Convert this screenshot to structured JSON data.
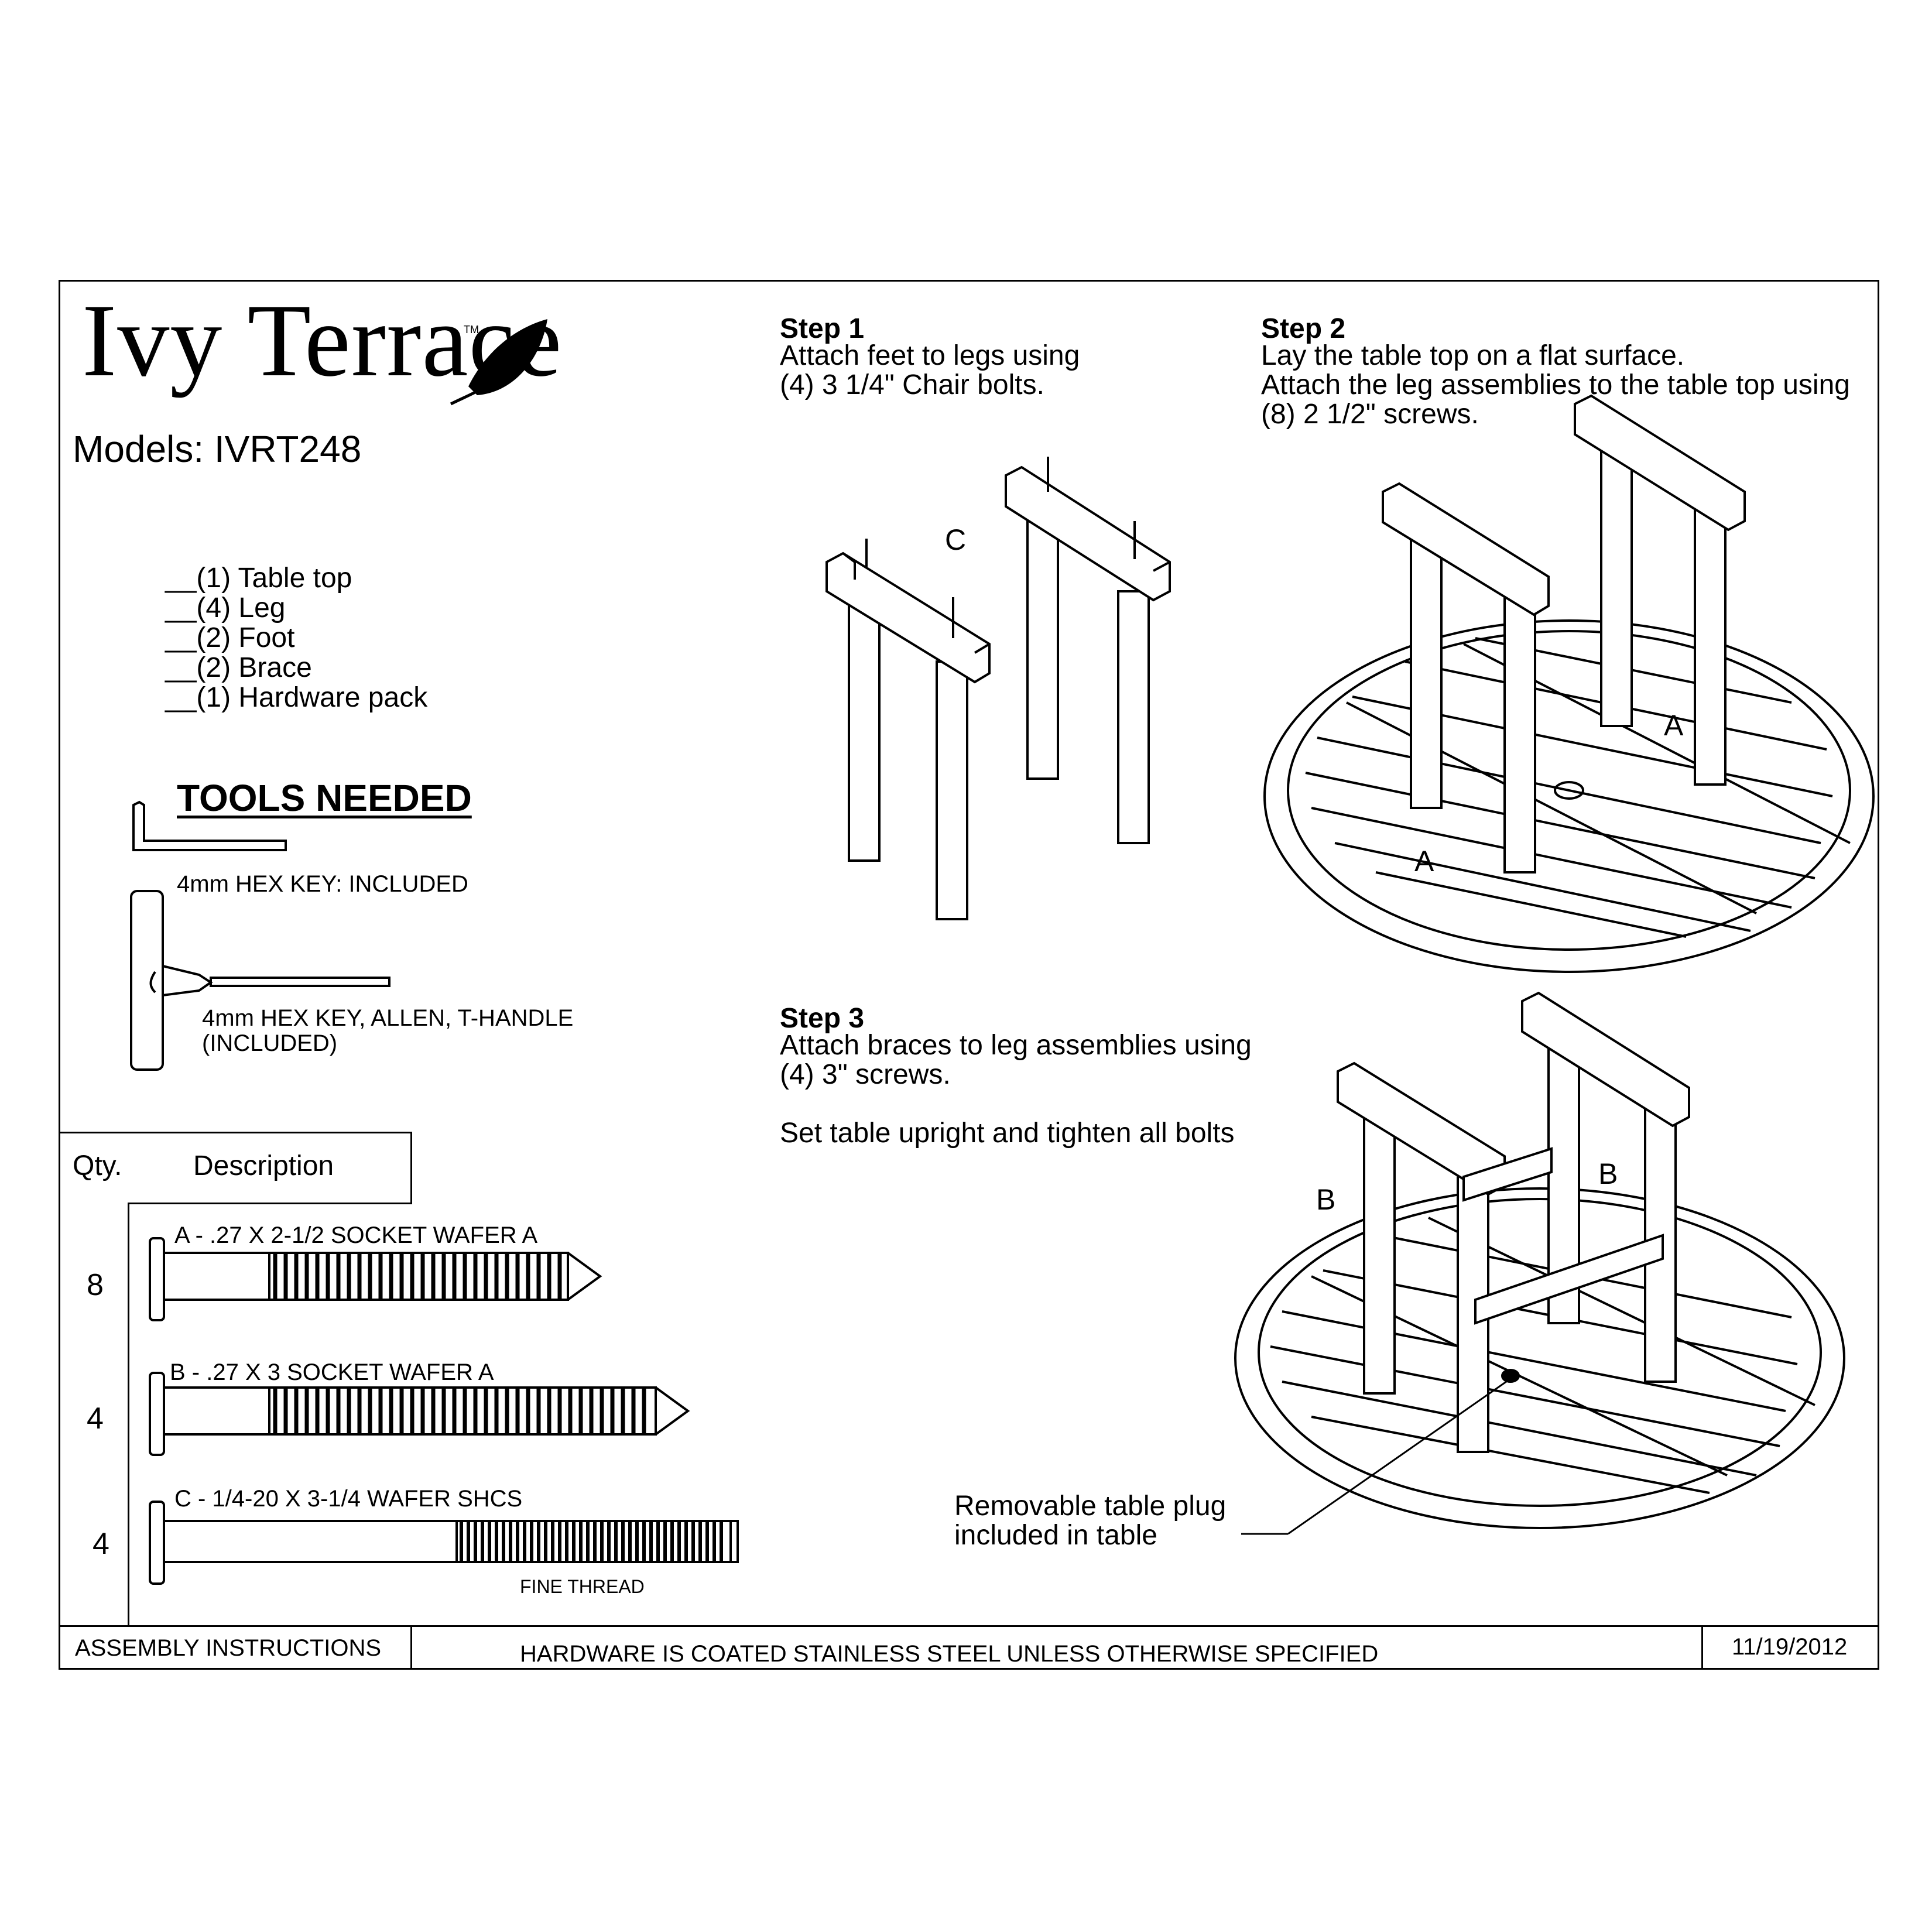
{
  "brand": {
    "name": "Ivy Terrace",
    "trademark": "TM"
  },
  "models": "Models: IVRT248",
  "parts": [
    "__(1) Table top",
    "__(4) Leg",
    "__(2) Foot",
    "__(2) Brace",
    "__(1) Hardware pack"
  ],
  "tools": {
    "title": "TOOLS NEEDED",
    "hex_key": "4mm HEX KEY: INCLUDED",
    "t_handle_line1": "4mm HEX KEY, ALLEN, T-HANDLE",
    "t_handle_line2": "(INCLUDED)"
  },
  "hardware_table": {
    "qty_header": "Qty.",
    "desc_header": "Description",
    "rows": [
      {
        "qty": "8",
        "label": "A - .27 X 2-1/2 SOCKET WAFER A"
      },
      {
        "qty": "4",
        "label": "B - .27 X 3 SOCKET WAFER A"
      },
      {
        "qty": "4",
        "label": "C - 1/4-20 X 3-1/4 WAFER SHCS",
        "note": "FINE THREAD"
      }
    ]
  },
  "steps": [
    {
      "title": "Step 1",
      "lines": [
        "Attach feet to legs using",
        "(4) 3 1/4\" Chair bolts."
      ]
    },
    {
      "title": "Step 2",
      "lines": [
        "Lay the table top on a flat surface.",
        "Attach the leg assemblies to the table top using",
        "(8) 2 1/2\" screws."
      ]
    },
    {
      "title": "Step 3",
      "lines": [
        "Attach braces to leg assemblies using",
        "(4) 3\" screws.",
        "",
        "Set table upright and tighten all bolts"
      ]
    }
  ],
  "diagram_labels": {
    "step1_letter": "C",
    "step2_letter_a1": "A",
    "step2_letter_a2": "A",
    "step3_letter_b1": "B",
    "step3_letter_b2": "B",
    "plug_line1": "Removable table plug",
    "plug_line2": "included in table"
  },
  "footer": {
    "left": "ASSEMBLY INSTRUCTIONS",
    "center": "HARDWARE IS COATED STAINLESS STEEL UNLESS OTHERWISE SPECIFIED",
    "date": "11/19/2012"
  }
}
